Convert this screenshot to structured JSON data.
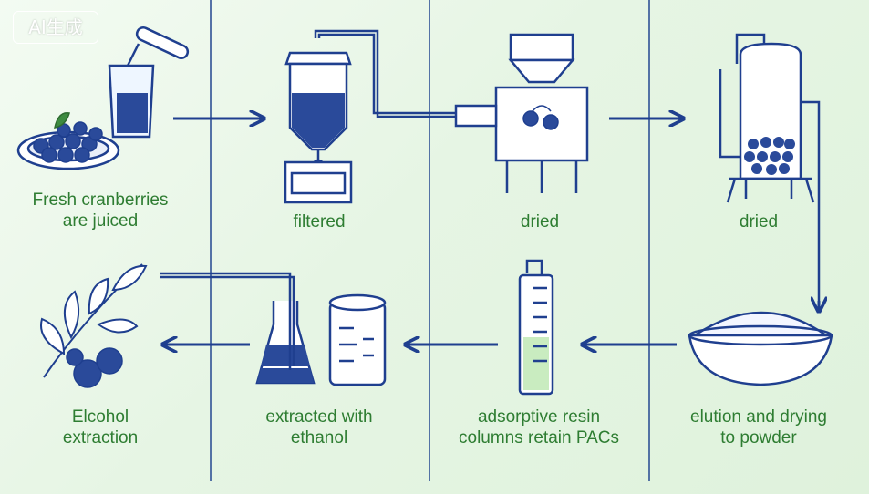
{
  "watermark": "AI生成",
  "steps": [
    {
      "id": "juice",
      "label_lines": [
        "Fresh cranberries",
        "are juiced"
      ]
    },
    {
      "id": "filter",
      "label_lines": [
        "filtered"
      ]
    },
    {
      "id": "dry1",
      "label_lines": [
        "dried"
      ]
    },
    {
      "id": "dry2",
      "label_lines": [
        "dried"
      ]
    },
    {
      "id": "powder",
      "label_lines": [
        "elution and drying",
        "to powder"
      ]
    },
    {
      "id": "resin",
      "label_lines": [
        "adsorptive resin",
        "columns retain PACs"
      ]
    },
    {
      "id": "ethanol",
      "label_lines": [
        "extracted with",
        "ethanol"
      ]
    },
    {
      "id": "elcohol",
      "label_lines": [
        "Elcohol",
        "extraction"
      ]
    }
  ],
  "colors": {
    "line": "#1f3f8f",
    "fill": "#2a4a9a",
    "label": "#2e7d32",
    "leaf": "#3d8b40",
    "liquid": "#c9ecc0"
  }
}
